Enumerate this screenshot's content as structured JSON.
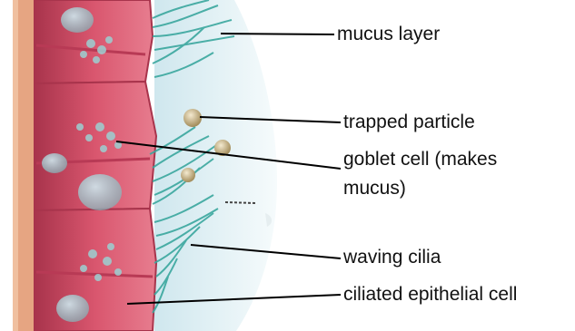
{
  "labels": {
    "mucus_layer": "mucus layer",
    "trapped_particle": "trapped particle",
    "goblet_cell_line1": "goblet cell (makes",
    "goblet_cell_line2": "mucus)",
    "waving_cilia": "waving cilia",
    "ciliated_epithelial_cell": "ciliated epithelial cell"
  },
  "colors": {
    "tissue": "#d9566e",
    "tissue_dark": "#b83a55",
    "basement": "#e8a07a",
    "mucus": "#dfeef2",
    "cilia": "#3aa79e",
    "particle": "#c9b27a",
    "leader": "#000000"
  }
}
